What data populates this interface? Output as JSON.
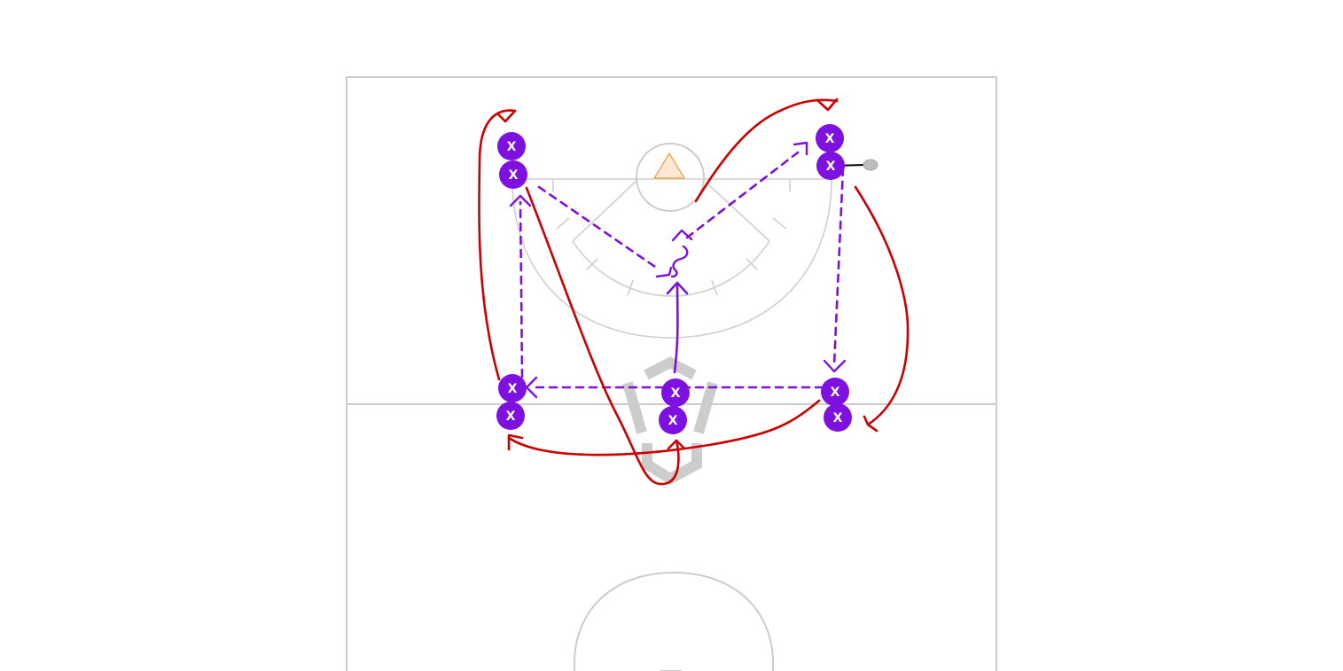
{
  "diagram": {
    "colors": {
      "player_fill": "#7e11e0",
      "player_text": "#ffffff",
      "pass_line": "#7e11e0",
      "run_line": "#cc0000",
      "field_line": "#cccccc",
      "logo": "#cccccc",
      "goal_fill": "#fbe8d3",
      "goal_stroke": "#f08a1c",
      "stick_head": "#bdbdbd"
    },
    "goal": {
      "icon": "triangle-goal-icon"
    },
    "players": [
      {
        "id": "top-left-1",
        "label": "X"
      },
      {
        "id": "top-left-2",
        "label": "X"
      },
      {
        "id": "top-right-1",
        "label": "X"
      },
      {
        "id": "top-right-2",
        "label": "X",
        "has_ball": true
      },
      {
        "id": "bottom-left-1",
        "label": "X"
      },
      {
        "id": "bottom-left-2",
        "label": "X"
      },
      {
        "id": "bottom-center-1",
        "label": "X"
      },
      {
        "id": "bottom-center-2",
        "label": "X"
      },
      {
        "id": "bottom-right-1",
        "label": "X"
      },
      {
        "id": "bottom-right-2",
        "label": "X"
      }
    ],
    "passes": [
      "top-right to bottom-right",
      "bottom-right to bottom-left",
      "bottom-left to top-left",
      "top-left to crease",
      "crease to top-right"
    ],
    "cuts": [
      "bottom-center to crease",
      "top-right loop to top",
      "top-right down to bottom-right",
      "bottom-right to bottom-left",
      "bottom-left up to top-left",
      "top-left down to bottom-center"
    ]
  }
}
